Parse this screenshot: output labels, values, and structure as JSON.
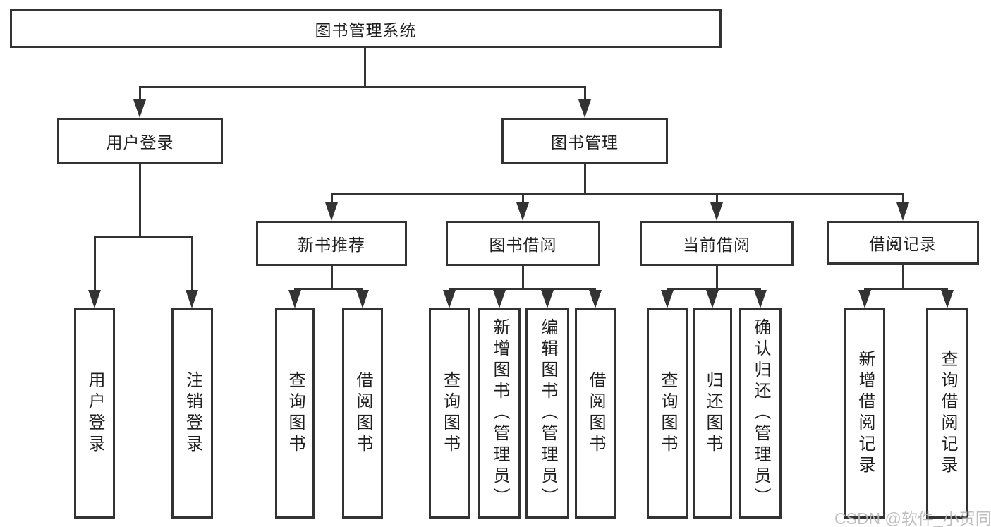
{
  "diagram": {
    "type": "tree",
    "title": "图书管理系统"
  },
  "tree": {
    "label": "图书管理系统",
    "children": [
      {
        "label": "用户登录",
        "children": [
          {
            "label": "用户登录"
          },
          {
            "label": "注销登录"
          }
        ]
      },
      {
        "label": "图书管理",
        "children": [
          {
            "label": "新书推荐",
            "children": [
              {
                "label": "查询图书"
              },
              {
                "label": "借阅图书"
              }
            ]
          },
          {
            "label": "图书借阅",
            "children": [
              {
                "label": "查询图书"
              },
              {
                "label": "新增图书（管理员）"
              },
              {
                "label": "编辑图书（管理员）"
              },
              {
                "label": "借阅图书"
              }
            ]
          },
          {
            "label": "当前借阅",
            "children": [
              {
                "label": "查询图书"
              },
              {
                "label": "归还图书"
              },
              {
                "label": "确认归还（管理员）"
              }
            ]
          },
          {
            "label": "借阅记录",
            "children": [
              {
                "label": "新增借阅记录"
              },
              {
                "label": "查询借阅记录"
              }
            ]
          }
        ]
      }
    ]
  },
  "watermark": {
    "text": "CSDN @软件_小贺同学"
  },
  "colors": {
    "line": "#333333",
    "box_background": "#ffffff",
    "text": "#1f1f1f",
    "watermark": "#b9b9b9",
    "page_background": "#ffffff"
  }
}
